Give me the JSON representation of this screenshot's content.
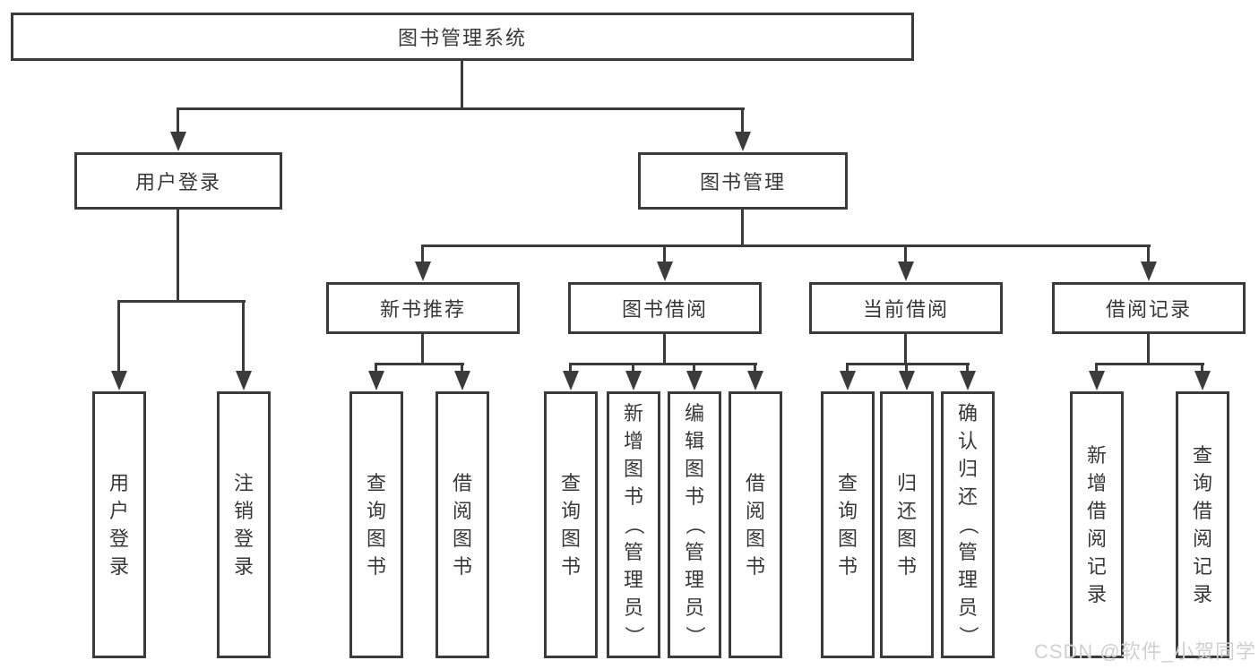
{
  "tree": {
    "label": "图书管理系统",
    "children": [
      {
        "label": "用户登录",
        "children": [
          {
            "label": "用户登录"
          },
          {
            "label": "注销登录"
          }
        ]
      },
      {
        "label": "图书管理",
        "children": [
          {
            "label": "新书推荐",
            "children": [
              {
                "label": "查询图书"
              },
              {
                "label": "借阅图书"
              }
            ]
          },
          {
            "label": "图书借阅",
            "children": [
              {
                "label": "查询图书"
              },
              {
                "label": "新增图书（管理员）"
              },
              {
                "label": "编辑图书（管理员）"
              },
              {
                "label": "借阅图书"
              }
            ]
          },
          {
            "label": "当前借阅",
            "children": [
              {
                "label": "查询图书"
              },
              {
                "label": "归还图书"
              },
              {
                "label": "确认归还（管理员）"
              }
            ]
          },
          {
            "label": "借阅记录",
            "children": [
              {
                "label": "新增借阅记录"
              },
              {
                "label": "查询借阅记录"
              }
            ]
          }
        ]
      }
    ]
  },
  "watermark": {
    "text": "CSDN @软件_小贺同学"
  },
  "colors": {
    "line": "#3b3b3b",
    "text": "#383838",
    "background": "#ffffff",
    "watermark": "#cdcdcd"
  }
}
